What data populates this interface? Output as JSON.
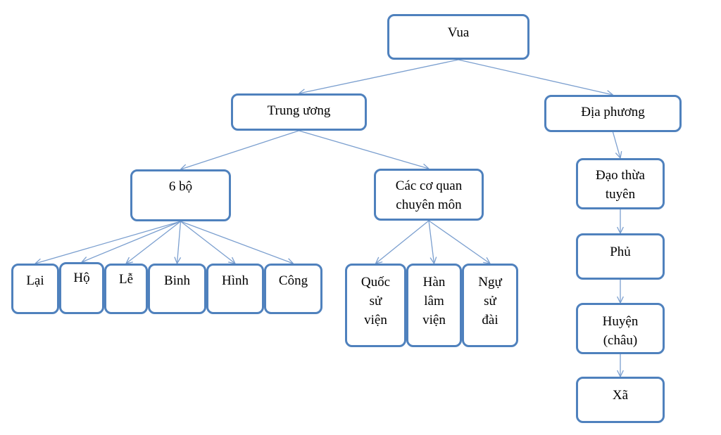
{
  "diagram": {
    "nodes": {
      "vua": "Vua",
      "trung_uong": "Trung ương",
      "dia_phuong": "Địa phương",
      "sau_bo": "6 bộ",
      "co_quan": "Các cơ quan\nchuyên môn",
      "lai": "Lại",
      "ho": "Hộ",
      "le": "Lễ",
      "binh": "Binh",
      "hinh": "Hình",
      "cong": "Công",
      "quoc_su_vien": "Quốc\nsử\nviện",
      "han_lam_vien": "Hàn\nlâm\nviện",
      "ngu_su_dai": "Ngự\nsử\nđài",
      "dao_thua_tuyen": "Đạo thừa\ntuyên",
      "phu": "Phủ",
      "huyen": "Huyện\n(châu)",
      "xa": "Xã"
    },
    "edges": [
      [
        "vua",
        "trung_uong"
      ],
      [
        "vua",
        "dia_phuong"
      ],
      [
        "trung_uong",
        "sau_bo"
      ],
      [
        "trung_uong",
        "co_quan"
      ],
      [
        "sau_bo",
        "lai"
      ],
      [
        "sau_bo",
        "ho"
      ],
      [
        "sau_bo",
        "le"
      ],
      [
        "sau_bo",
        "binh"
      ],
      [
        "sau_bo",
        "hinh"
      ],
      [
        "sau_bo",
        "cong"
      ],
      [
        "co_quan",
        "quoc_su_vien"
      ],
      [
        "co_quan",
        "han_lam_vien"
      ],
      [
        "co_quan",
        "ngu_su_dai"
      ],
      [
        "dia_phuong",
        "dao_thua_tuyen"
      ],
      [
        "dao_thua_tuyen",
        "phu"
      ],
      [
        "phu",
        "huyen"
      ],
      [
        "huyen",
        "xa"
      ]
    ],
    "colors": {
      "border": "#4f81bd",
      "line": "#7b9fcf"
    }
  }
}
